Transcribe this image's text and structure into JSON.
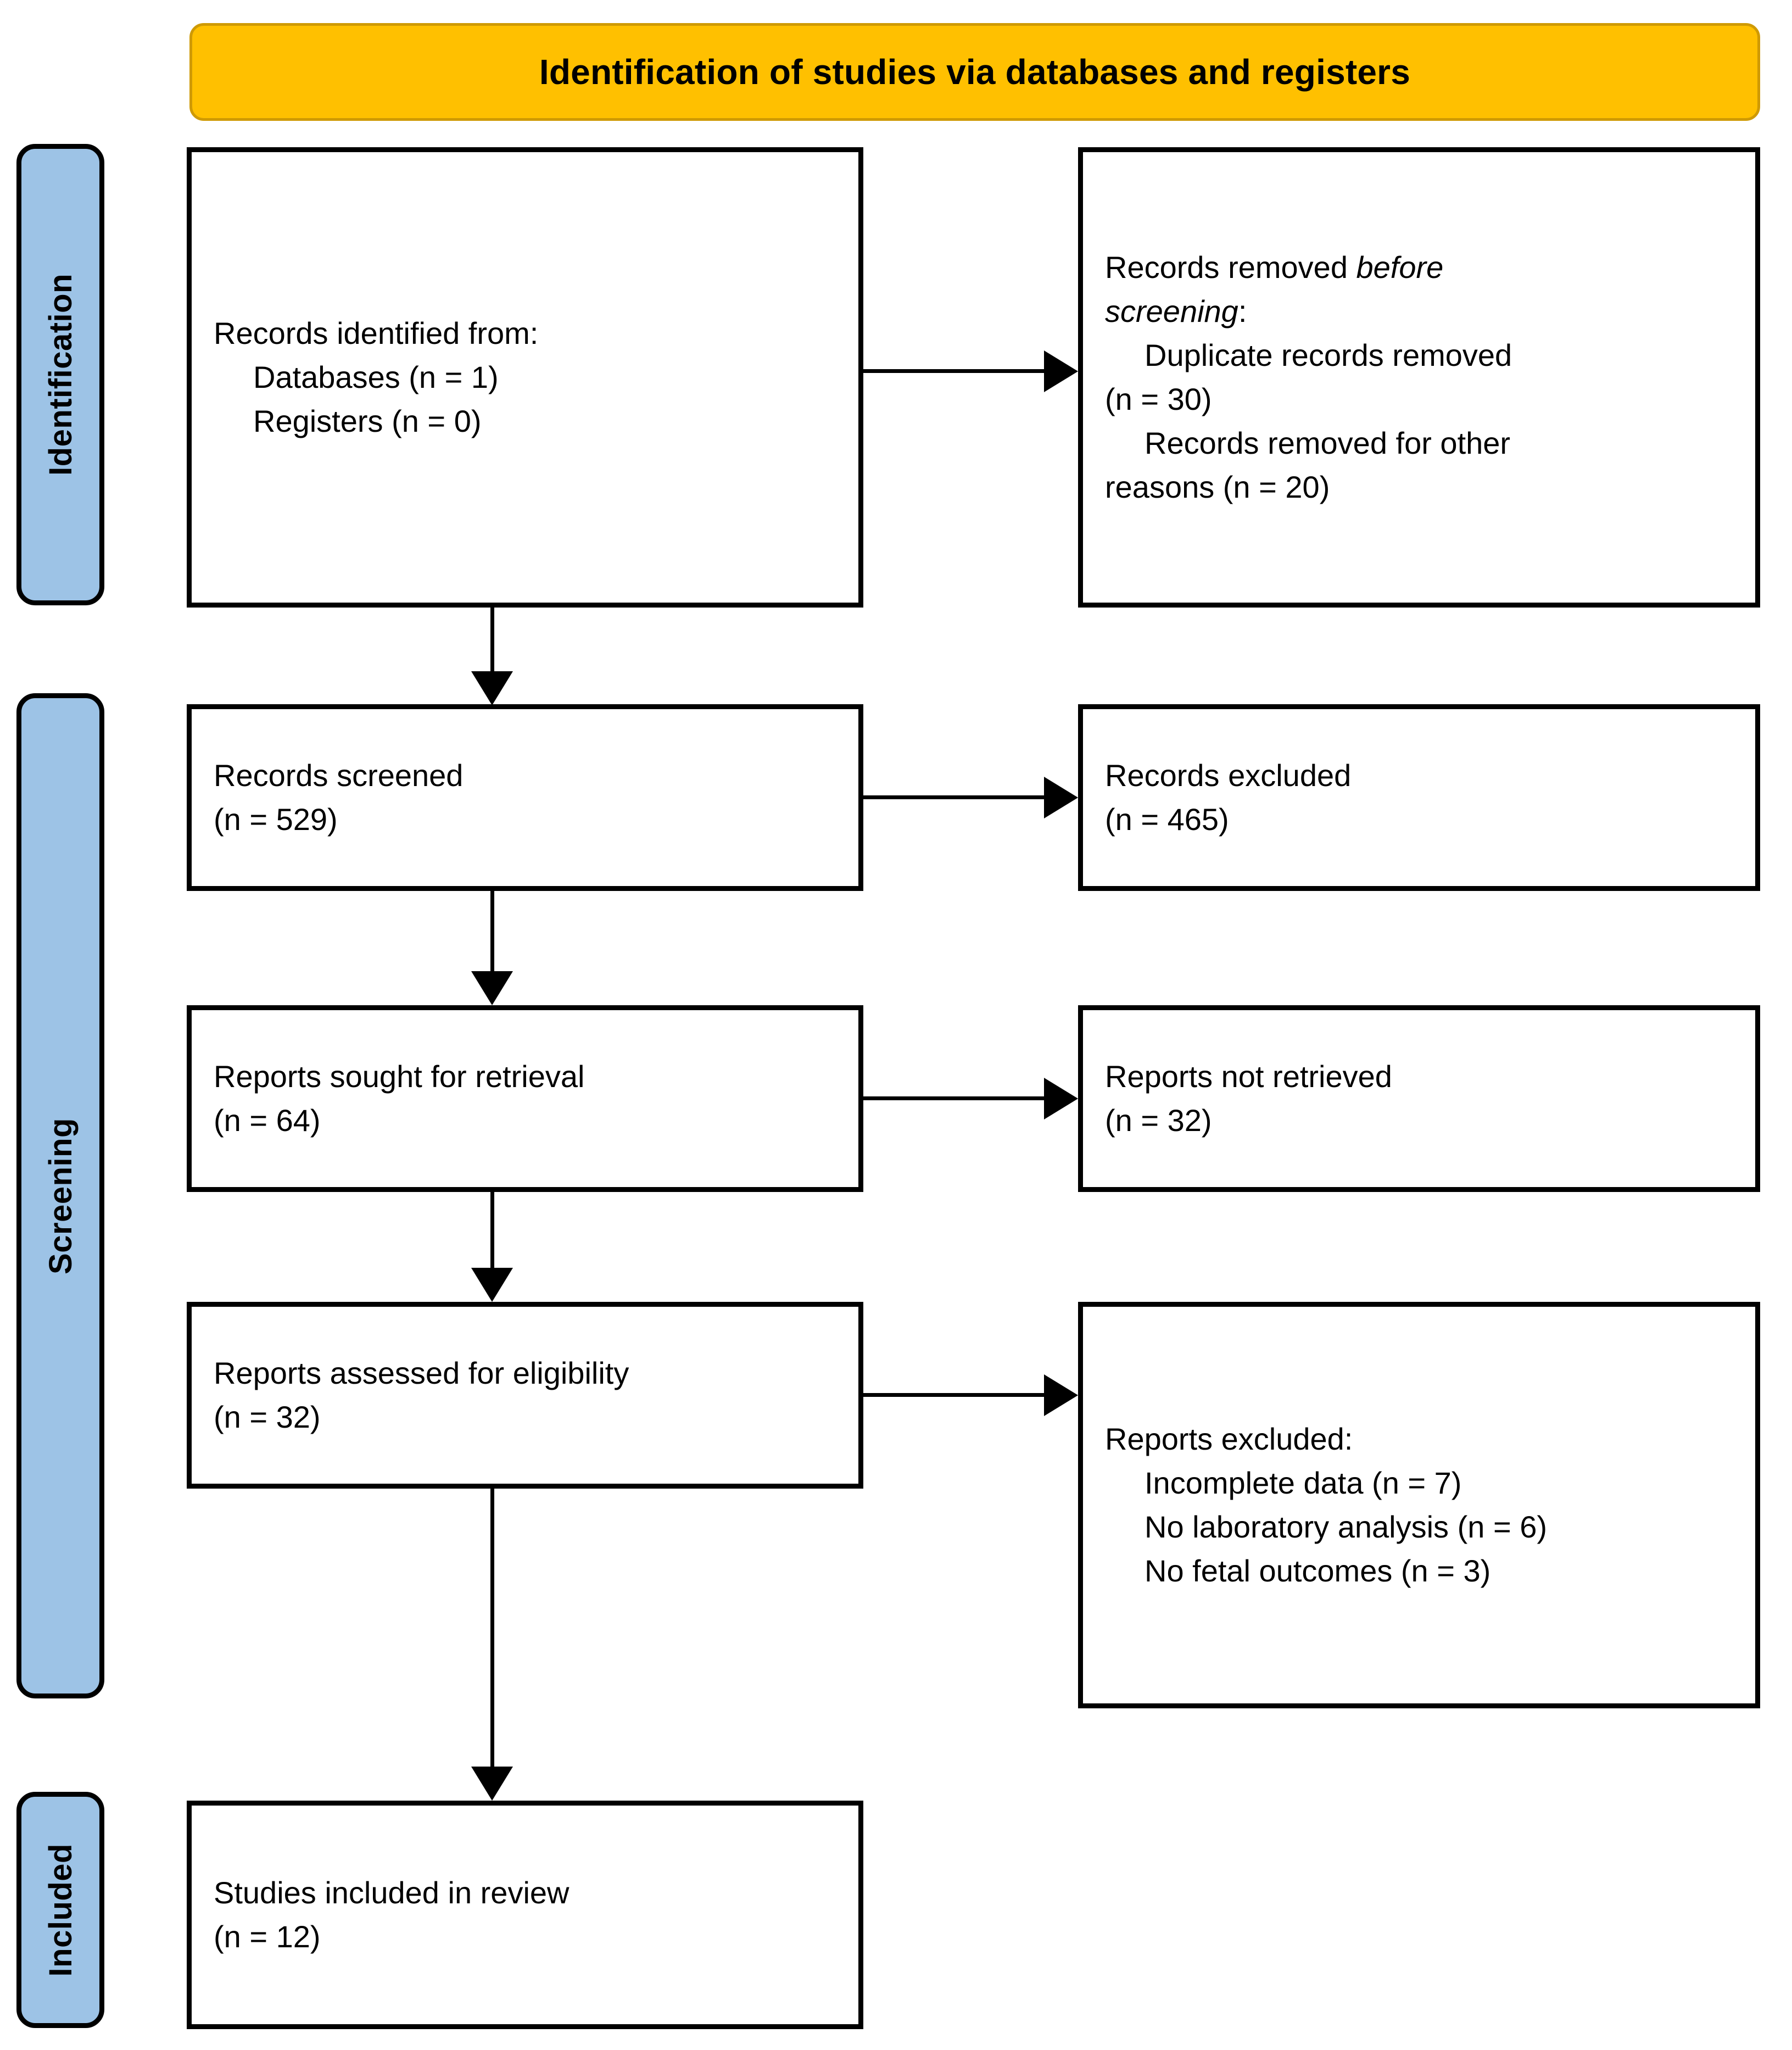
{
  "diagram": {
    "title": "Identification of studies via databases and registers",
    "colors": {
      "banner_fill": "#ffc000",
      "banner_border": "#cf9a04",
      "stage_fill": "#9dc3e6",
      "box_border": "#000000",
      "box_fill": "#ffffff",
      "text": "#000000"
    }
  },
  "stages": [
    {
      "id": "identification",
      "label": "Identification"
    },
    {
      "id": "screening",
      "label": "Screening"
    },
    {
      "id": "included",
      "label": "Included"
    }
  ],
  "boxes": {
    "identified": {
      "lines": [
        "Records identified from:",
        "Databases (n = 1)",
        "Registers (n = 0)"
      ]
    },
    "removed": {
      "line1_prefix": "Records removed ",
      "line1_italic": "before",
      "line2_italic": "screening",
      "line2_suffix": ":",
      "lines": [
        "Duplicate records removed",
        "(n = 30)",
        "Records removed for other",
        "reasons (n = 20)"
      ]
    },
    "screened": {
      "lines": [
        "Records screened",
        "(n = 529)"
      ]
    },
    "excluded": {
      "lines": [
        "Records excluded",
        "(n = 465)"
      ]
    },
    "sought": {
      "lines": [
        "Reports sought for retrieval",
        "(n = 64)"
      ]
    },
    "not_retrieved": {
      "lines": [
        "Reports not retrieved",
        "(n = 32)"
      ]
    },
    "assessed": {
      "lines": [
        "Reports assessed for eligibility",
        "(n = 32)"
      ]
    },
    "reports_excluded": {
      "header": "Reports excluded:",
      "lines": [
        "Incomplete data (n = 7)",
        "No laboratory analysis (n = 6)",
        "No fetal outcomes (n = 3)"
      ]
    },
    "included": {
      "lines": [
        "Studies included in review",
        "(n = 12)"
      ]
    }
  },
  "chart_data": {
    "type": "diagram",
    "title": "Identification of studies via databases and registers",
    "nodes": [
      {
        "id": "identified",
        "stage": "Identification",
        "column": "left",
        "text": "Records identified from: Databases (n = 1), Registers (n = 0)",
        "values": {
          "Databases": 1,
          "Registers": 0
        }
      },
      {
        "id": "removed",
        "stage": "Identification",
        "column": "right",
        "text": "Records removed before screening: Duplicate records removed (n = 30), Records removed for other reasons (n = 20)",
        "values": {
          "Duplicate records removed": 30,
          "Records removed for other reasons": 20
        }
      },
      {
        "id": "screened",
        "stage": "Screening",
        "column": "left",
        "text": "Records screened (n = 529)",
        "values": {
          "n": 529
        }
      },
      {
        "id": "excluded",
        "stage": "Screening",
        "column": "right",
        "text": "Records excluded (n = 465)",
        "values": {
          "n": 465
        }
      },
      {
        "id": "sought",
        "stage": "Screening",
        "column": "left",
        "text": "Reports sought for retrieval (n = 64)",
        "values": {
          "n": 64
        }
      },
      {
        "id": "not_retrieved",
        "stage": "Screening",
        "column": "right",
        "text": "Reports not retrieved (n = 32)",
        "values": {
          "n": 32
        }
      },
      {
        "id": "assessed",
        "stage": "Screening",
        "column": "left",
        "text": "Reports assessed for eligibility (n = 32)",
        "values": {
          "n": 32
        }
      },
      {
        "id": "reports_excluded",
        "stage": "Screening",
        "column": "right",
        "text": "Reports excluded: Incomplete data (n = 7), No laboratory analysis (n = 6), No fetal outcomes (n = 3)",
        "values": {
          "Incomplete data": 7,
          "No laboratory analysis": 6,
          "No fetal outcomes": 3
        }
      },
      {
        "id": "included",
        "stage": "Included",
        "column": "left",
        "text": "Studies included in review (n = 12)",
        "values": {
          "n": 12
        }
      }
    ],
    "edges": [
      {
        "from": "identified",
        "to": "removed",
        "direction": "right"
      },
      {
        "from": "identified",
        "to": "screened",
        "direction": "down"
      },
      {
        "from": "screened",
        "to": "excluded",
        "direction": "right"
      },
      {
        "from": "screened",
        "to": "sought",
        "direction": "down"
      },
      {
        "from": "sought",
        "to": "not_retrieved",
        "direction": "right"
      },
      {
        "from": "sought",
        "to": "assessed",
        "direction": "down"
      },
      {
        "from": "assessed",
        "to": "reports_excluded",
        "direction": "right"
      },
      {
        "from": "assessed",
        "to": "included",
        "direction": "down"
      }
    ]
  }
}
